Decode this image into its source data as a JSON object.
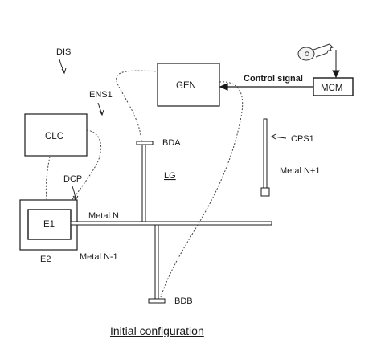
{
  "figure": {
    "caption": "Initial configuration",
    "labels": {
      "dis": "DIS",
      "ens1": "ENS1",
      "gen": "GEN",
      "control_signal": "Control signal",
      "mcm": "MCM",
      "clc": "CLC",
      "bda": "BDA",
      "cps1": "CPS1",
      "metal_n_plus_1": "Metal N+1",
      "lg": "LG",
      "dcp": "DCP",
      "e1": "E1",
      "metal_n": "Metal N",
      "e2": "E2",
      "metal_n_minus_1": "Metal N-1",
      "bdb": "BDB"
    },
    "icons": [
      "key-icon"
    ]
  }
}
